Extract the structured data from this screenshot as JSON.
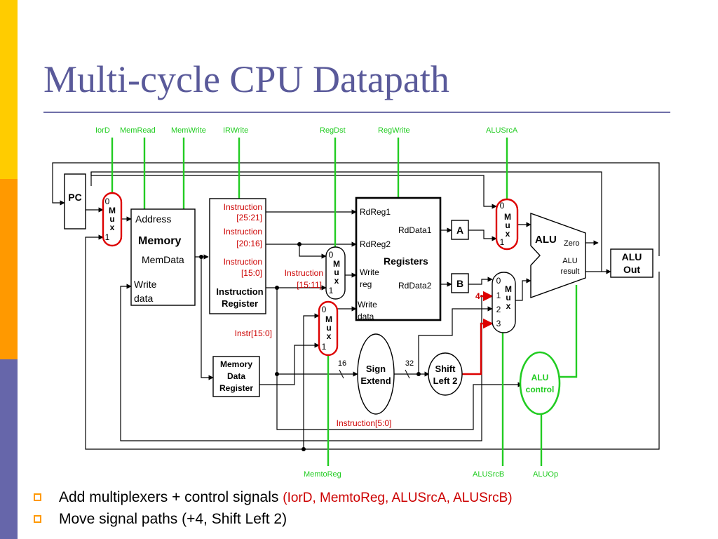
{
  "slide": {
    "title": "Multi-cycle CPU Datapath",
    "accent_colors": {
      "bar_yellow": "#ffcc00",
      "bar_orange": "#ff9900",
      "bar_purple": "#6666aa",
      "control_green": "#22cc22",
      "highlight_red": "#dd0000"
    }
  },
  "control_signals": {
    "iord": "IorD",
    "memread": "MemRead",
    "memwrite": "MemWrite",
    "irwrite": "IRWrite",
    "regdst": "RegDst",
    "regwrite": "RegWrite",
    "alusrca": "ALUSrcA",
    "memtoreg": "MemtoReg",
    "alusrcb": "ALUSrcB",
    "aluop": "ALUOp"
  },
  "pc": {
    "label": "PC"
  },
  "mux": {
    "m": "M",
    "u": "u",
    "x": "x",
    "zero": "0",
    "one": "1",
    "two": "2",
    "three": "3"
  },
  "memory": {
    "address": "Address",
    "title": "Memory",
    "memdata": "MemData",
    "write": "Write",
    "data": "data"
  },
  "ir": {
    "f1_label": "Instruction",
    "f1_bits": "[25:21]",
    "f2_label": "Instruction",
    "f2_bits": "[20:16]",
    "f3_label": "Instruction",
    "f3_bits": "[15:0]",
    "title1": "Instruction",
    "title2": "Register"
  },
  "instr_15_11": {
    "label": "Instruction",
    "bits": "[15:11]"
  },
  "instr_15_0_label": "Instr[15:0]",
  "mdr": {
    "l1": "Memory",
    "l2": "Data",
    "l3": "Register"
  },
  "registers": {
    "rdreg1": "RdReg1",
    "rdreg2": "RdReg2",
    "write": "Write",
    "reg": "reg",
    "writedata1": "Write",
    "writedata2": "data",
    "title": "Registers",
    "rddata1": "RdData1",
    "rddata2": "RdData2"
  },
  "reg_a": "A",
  "reg_b": "B",
  "alu": {
    "title": "ALU",
    "zero": "Zero",
    "result1": "ALU",
    "result2": "result"
  },
  "aluout": {
    "l1": "ALU",
    "l2": "Out"
  },
  "sign_extend": {
    "l1": "Sign",
    "l2": "Extend",
    "in_width": "16",
    "out_width": "32"
  },
  "shift_left": {
    "l1": "Shift",
    "l2": "Left 2"
  },
  "const_four": "4",
  "alu_control": {
    "l1": "ALU",
    "l2": "control"
  },
  "instr_5_0": "Instruction[5:0]",
  "bullets": [
    {
      "text": "Add multiplexers + control signals ",
      "highlight": "(IorD, MemtoReg, ALUSrcA, ALUSrcB)"
    },
    {
      "text": "Move signal paths (+4, Shift Left 2)",
      "highlight": ""
    }
  ]
}
